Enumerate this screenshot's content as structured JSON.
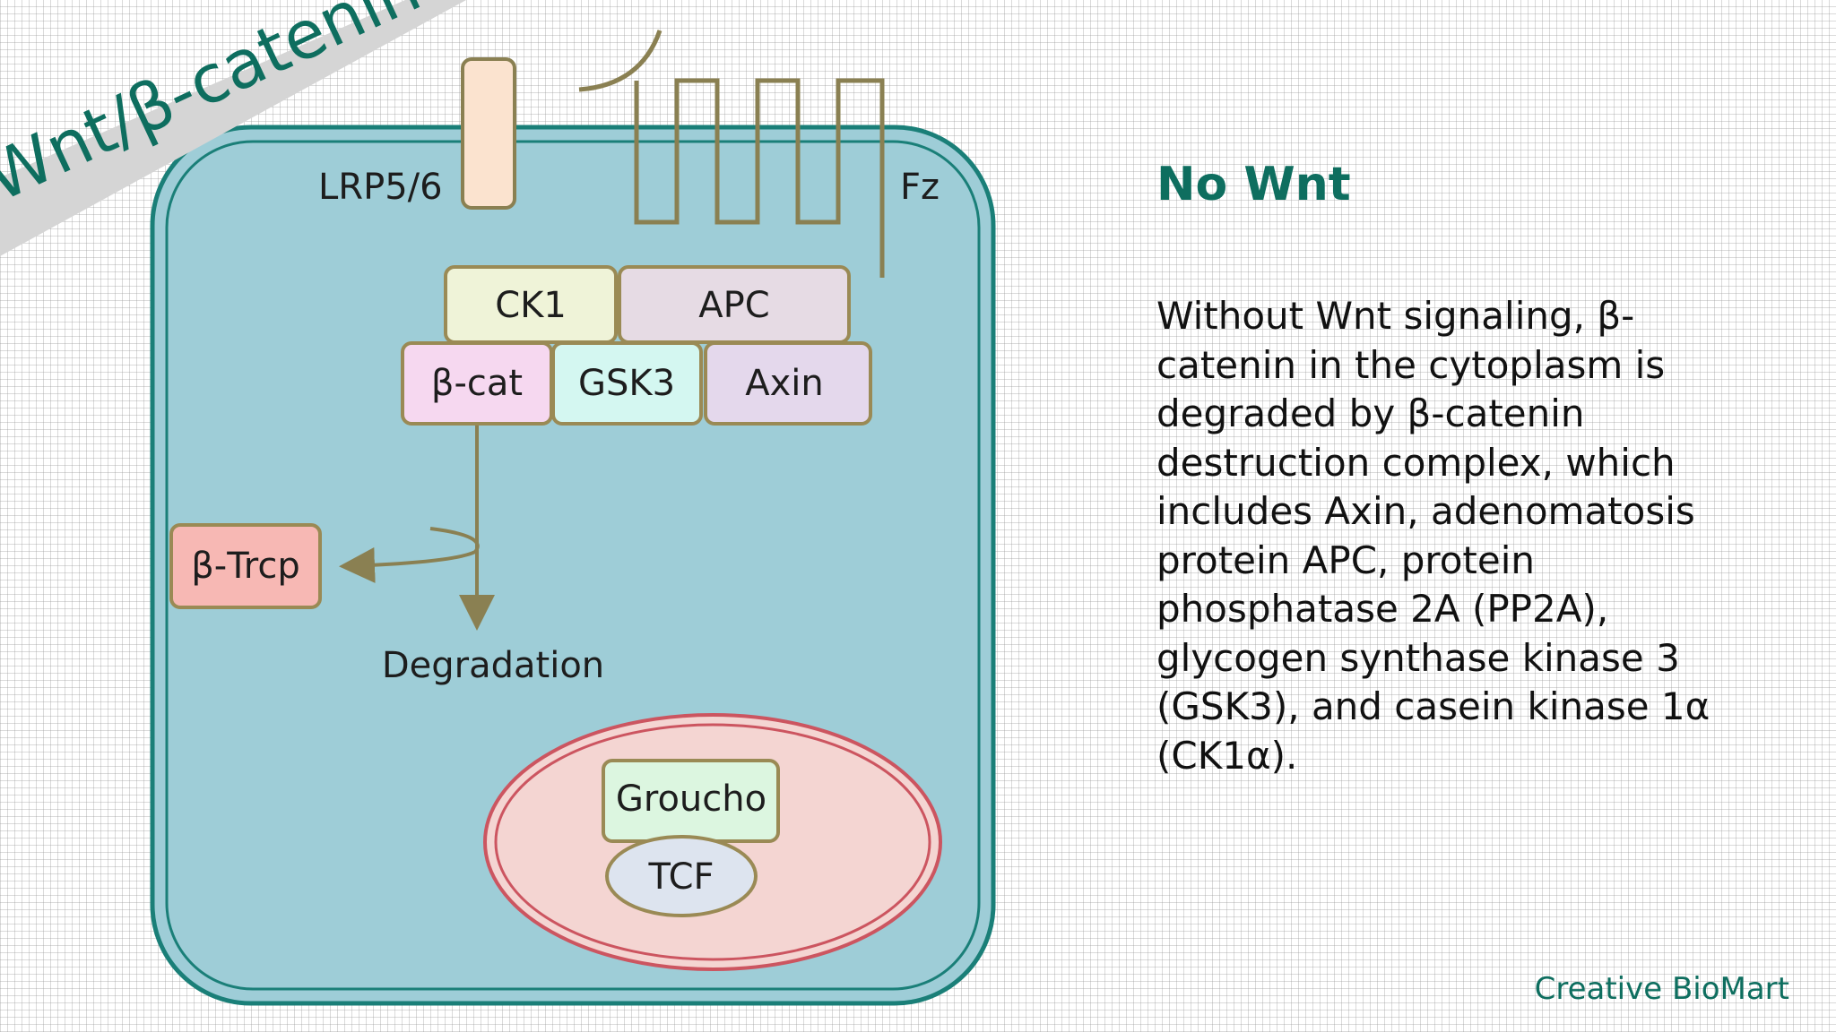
{
  "banner": {
    "title": "Wnt/β-catenin"
  },
  "diagram": {
    "receptor_lrp": "LRP5/6",
    "receptor_fz": "Fz",
    "complex": {
      "ck1": "CK1",
      "apc": "APC",
      "beta_cat": "β-cat",
      "gsk3": "GSK3",
      "axin": "Axin"
    },
    "beta_trcp": "β-Trcp",
    "degradation": "Degradation",
    "nucleus": {
      "groucho": "Groucho",
      "tcf": "TCF"
    }
  },
  "panel": {
    "heading": "No Wnt",
    "description": "Without Wnt signaling, β-catenin in the cytoplasm is degraded by β-catenin destruction complex, which includes Axin, adenomatosis protein APC, protein phosphatase 2A (PP2A), glycogen synthase kinase 3 (GSK3), and casein kinase 1α (CK1α)."
  },
  "footer": {
    "brand": "Creative BioMart"
  },
  "colors": {
    "teal_dark": "#0e6e5f",
    "cell_fill": "#9ecdd7",
    "cell_border": "#1a7f78",
    "receptor_line": "#8a8052",
    "nucleus_border": "#cc5560",
    "nucleus_fill": "#f4d5d2"
  }
}
